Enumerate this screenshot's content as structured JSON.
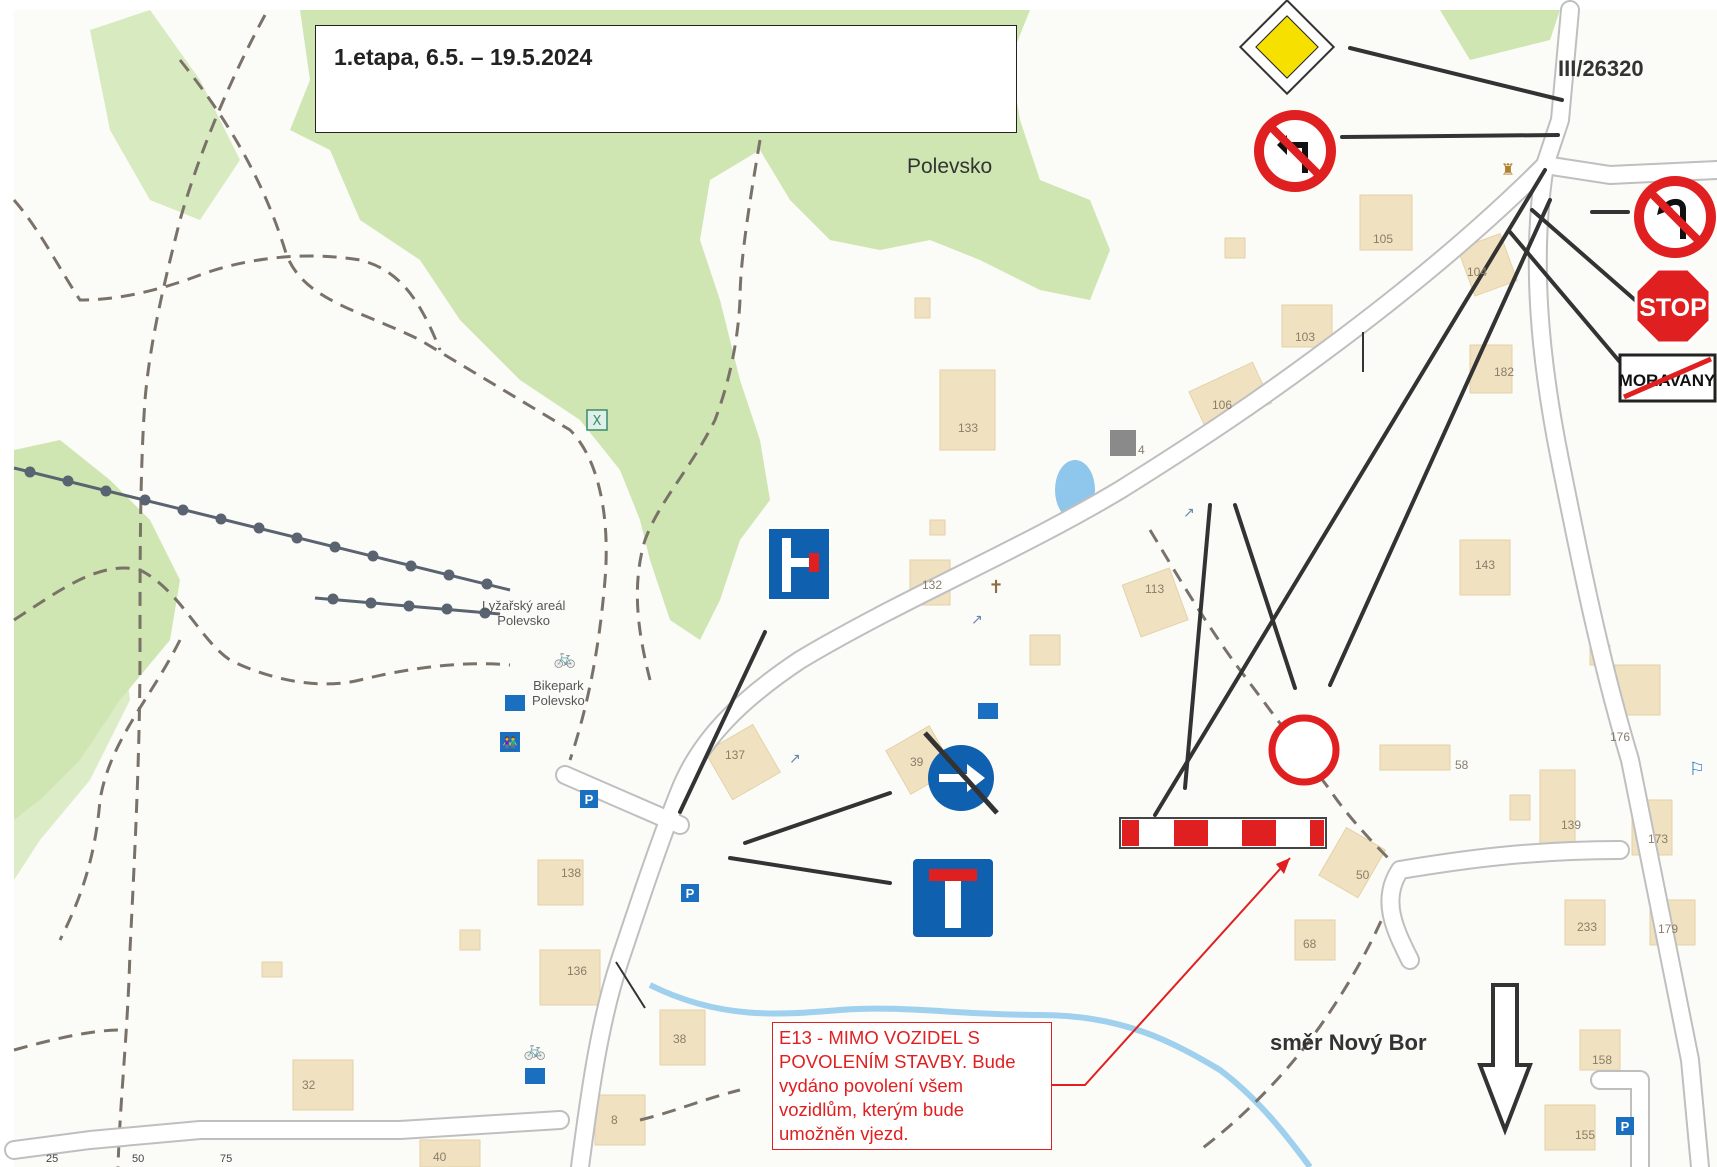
{
  "title": "1.etapa, 6.5. – 19.5.2024",
  "road_label": "III/26320",
  "town_label": "Polevsko",
  "direction_label": "směr Nový Bor",
  "note_lines": [
    "E13 - MIMO VOZIDEL S",
    "POVOLENÍM STAVBY. Bude",
    "vydáno povolení všem",
    "vozidlům, kterým bude",
    "umožněn vjezd."
  ],
  "poi": {
    "ski_area": [
      "Lyžařský areál",
      "Polevsko"
    ],
    "bikepark": [
      "Bikepark",
      "Polevsko"
    ]
  },
  "signs": {
    "stop_text": "STOP",
    "town_end_text": "MORAVANY"
  },
  "house_numbers": [
    "105",
    "104",
    "103",
    "182",
    "106",
    "133",
    "4",
    "132",
    "113",
    "143",
    "137",
    "39",
    "58",
    "176",
    "139",
    "173",
    "138",
    "50",
    "233",
    "179",
    "68",
    "136",
    "38",
    "158",
    "32",
    "8",
    "155",
    "40"
  ],
  "scale_numbers": [
    "25",
    "50",
    "75"
  ],
  "icons": [
    "priority-road-sign",
    "no-left-turn-sign",
    "no-left-turn-sign",
    "stop-sign",
    "town-end-sign",
    "dead-end-side-sign",
    "keep-right-crossed-sign",
    "dead-end-sign",
    "no-entry-sign",
    "road-barrier",
    "down-arrow",
    "parking-icon",
    "shelter-icon",
    "bike-icon",
    "toilet-icon",
    "chapel-icon"
  ],
  "colors": {
    "forest": "#cfe6b2",
    "road": "#ffffff",
    "road_edge": "#c9c9c9",
    "path": "#7a7268",
    "lift": "#5a6370",
    "building": "#f0e2c0",
    "water": "#9fd0ee",
    "sign_blue": "#1060b0",
    "sign_red": "#e02020",
    "line": "#333333"
  }
}
